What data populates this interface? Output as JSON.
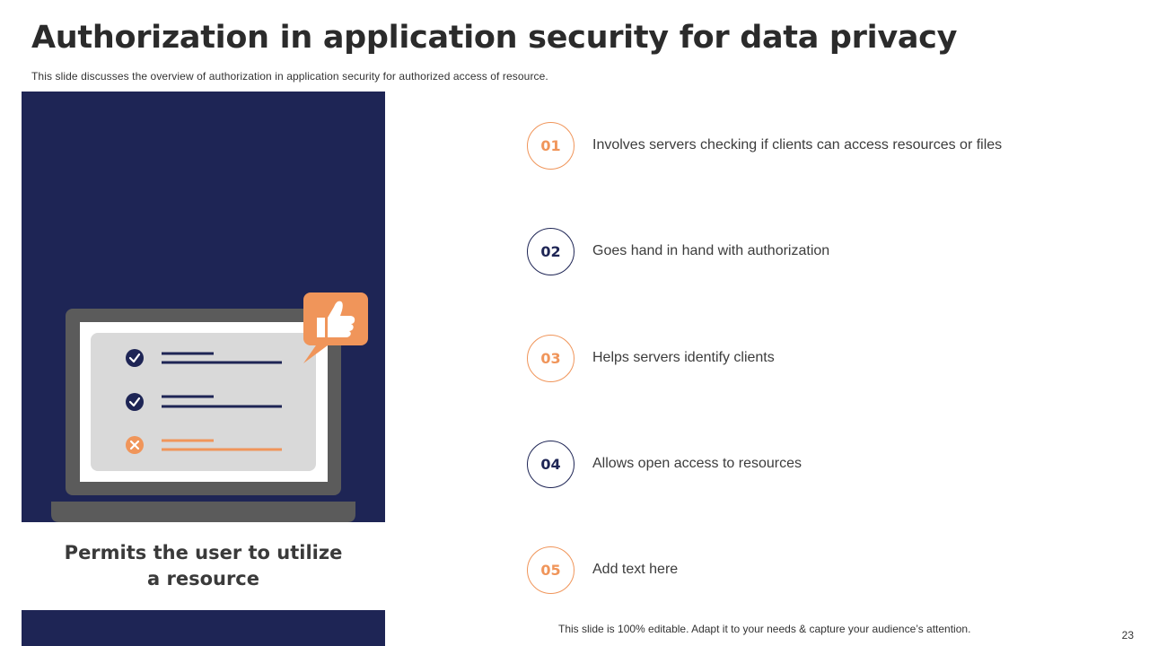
{
  "slide": {
    "title": "Authorization in application security for data privacy",
    "subtitle": "This slide discusses the overview of authorization in application security for authorized access of resource.",
    "caption_line1": "Permits the user to utilize",
    "caption_line2": "a resource",
    "footer": "This slide is 100% editable. Adapt it to your needs & capture your audience’s attention.",
    "page_number": "23"
  },
  "illustration": {
    "icons": [
      "laptop-icon",
      "check-circle-icon",
      "check-circle-icon",
      "x-circle-icon",
      "thumbs-up-icon"
    ]
  },
  "points": [
    {
      "number": "01",
      "text": "Involves servers checking if clients can access resources or files",
      "color": "orange"
    },
    {
      "number": "02",
      "text": "Goes hand in hand with authorization",
      "color": "navy"
    },
    {
      "number": "03",
      "text": "Helps servers identify clients",
      "color": "orange"
    },
    {
      "number": "04",
      "text": "Allows open access to resources",
      "color": "navy"
    },
    {
      "number": "05",
      "text": "Add text here",
      "color": "orange"
    }
  ],
  "colors": {
    "navy": "#1e2555",
    "orange": "#f0955a",
    "laptop_gray": "#5b5b5b",
    "screen_gray": "#d9d9d9"
  }
}
